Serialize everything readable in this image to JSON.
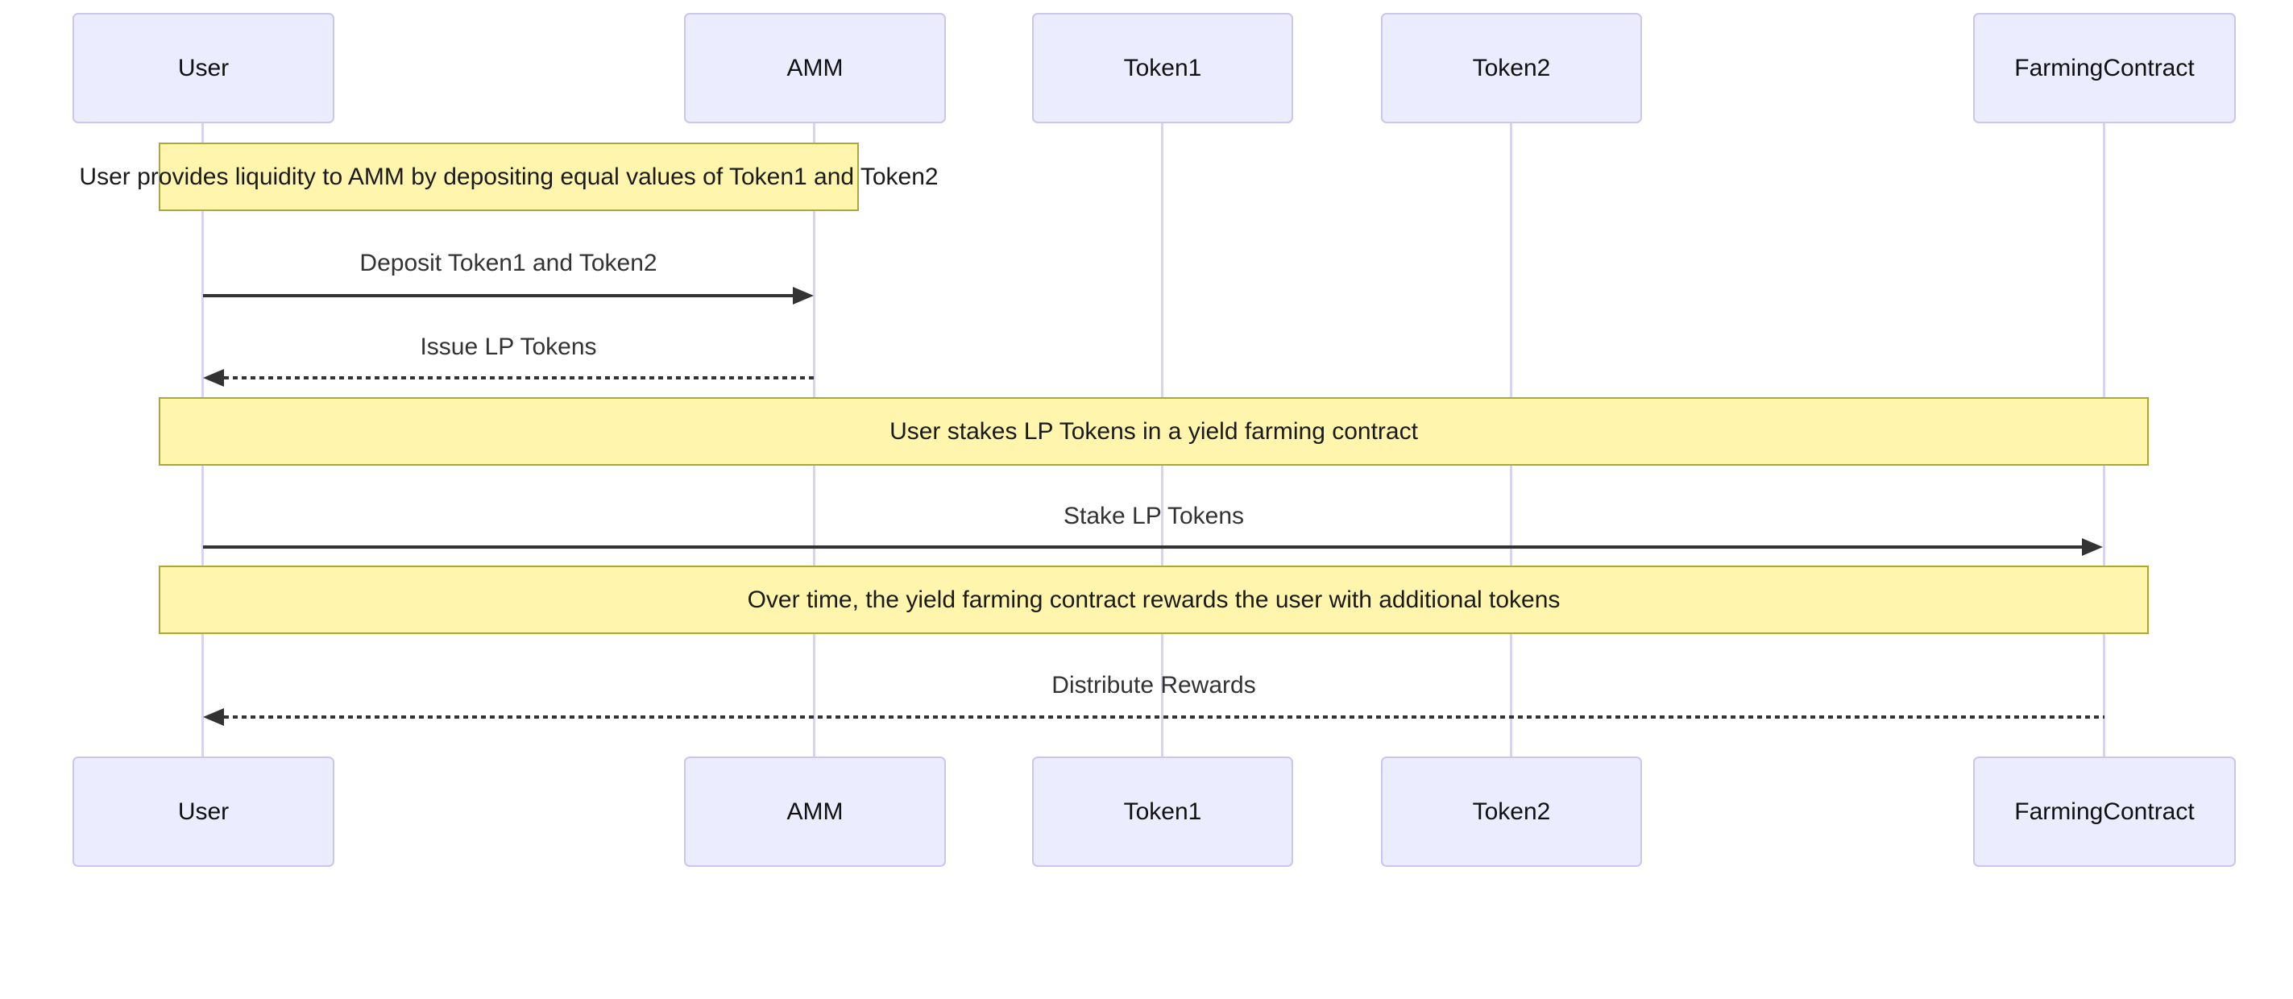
{
  "diagram": {
    "type": "sequence-diagram",
    "colors": {
      "background": "#FFFFFF",
      "actor_fill": "#ECECFF",
      "actor_border": "#CBC5F0",
      "lifeline": "#D8D4F0",
      "note_fill": "#FFF5AD",
      "note_border": "#AAAA33",
      "message_line": "#333333",
      "message_text": "#333333",
      "actor_text": "#111111",
      "note_text": "#1A1A1A"
    },
    "actors": [
      {
        "id": "user",
        "label": "User"
      },
      {
        "id": "amm",
        "label": "AMM"
      },
      {
        "id": "token1",
        "label": "Token1"
      },
      {
        "id": "token2",
        "label": "Token2"
      },
      {
        "id": "farmingcontract",
        "label": "FarmingContract"
      }
    ],
    "notes": [
      {
        "text": "User provides liquidity to AMM by depositing equal values of Token1 and Token2",
        "over": [
          "User",
          "AMM"
        ]
      },
      {
        "text": "User stakes LP Tokens in a yield farming contract",
        "over": [
          "User",
          "FarmingContract"
        ]
      },
      {
        "text": "Over time, the yield farming contract rewards the user with additional tokens",
        "over": [
          "User",
          "FarmingContract"
        ]
      }
    ],
    "messages": [
      {
        "text": "Deposit Token1 and Token2",
        "from": "User",
        "to": "AMM",
        "line": "solid"
      },
      {
        "text": "Issue LP Tokens",
        "from": "AMM",
        "to": "User",
        "line": "dashed"
      },
      {
        "text": "Stake LP Tokens",
        "from": "User",
        "to": "FarmingContract",
        "line": "solid"
      },
      {
        "text": "Distribute Rewards",
        "from": "FarmingContract",
        "to": "User",
        "line": "dashed"
      }
    ]
  }
}
